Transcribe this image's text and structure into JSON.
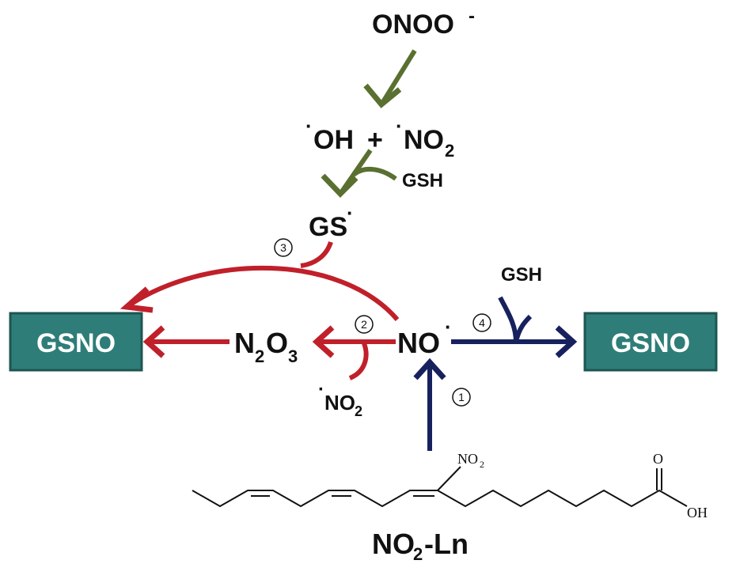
{
  "species": {
    "peroxynitrite": {
      "text": "ONOO",
      "charge": "-"
    },
    "radicals": {
      "oh": "OH",
      "plus": "+",
      "no2_a": "NO",
      "no2_sub": "2"
    },
    "gsh_top": "GSH",
    "gs_radical": {
      "text": "GS",
      "dot": "."
    },
    "gsh_right": "GSH",
    "nitric_oxide": {
      "text": "NO",
      "dot": "."
    },
    "n2o3": {
      "n": "N",
      "sub1": "2",
      "o": "O",
      "sub2": "3"
    },
    "no2_bottom": {
      "dot": ".",
      "text": "NO",
      "sub": "2"
    },
    "gsno_left": "GSNO",
    "gsno_right": "GSNO",
    "molecule_no2": {
      "text": "NO",
      "sub": "2"
    },
    "oh_group": "OH",
    "o_carbonyl": "O",
    "molecule_name": {
      "a": "NO",
      "sub": "2",
      "b": "-Ln"
    }
  },
  "steps": [
    "1",
    "2",
    "3",
    "4"
  ],
  "colors": {
    "green_arrow": "#5a7030",
    "red_arrow": "#c0202a",
    "blue_arrow": "#17215e",
    "box_fill": "#2e7d78",
    "box_border": "#1e5552"
  }
}
